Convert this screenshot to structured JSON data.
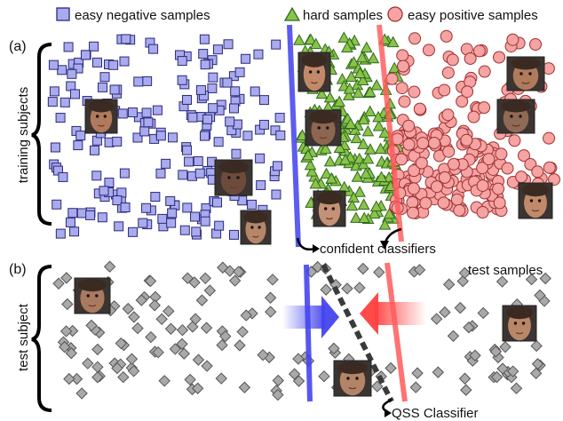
{
  "legend": {
    "easy_negative": "easy negative samples",
    "hard": "hard samples",
    "easy_positive": "easy positive samples"
  },
  "panel_a": {
    "tag": "(a)",
    "side_label": "training subjects"
  },
  "panel_b": {
    "tag": "(b)",
    "side_label": "test subject"
  },
  "annotations": {
    "confident": "confident classifiers",
    "test_samples": "test samples",
    "qss": "QSS Classifier"
  },
  "colors": {
    "negative_fill": "#aaaaee",
    "negative_stroke": "#2a2a7a",
    "hard_fill": "#8bc34a",
    "hard_stroke": "#2e6b1d",
    "positive_fill": "#f5a3a3",
    "positive_stroke": "#a03030",
    "test_fill": "#a9a9a9",
    "test_stroke": "#555555",
    "blue_line": "#4545ee",
    "red_line": "#ff5a5a",
    "qss_line": "#3a3a3a"
  },
  "icons": {
    "negative_marker": "square-icon",
    "hard_marker": "triangle-icon",
    "positive_marker": "circle-icon",
    "test_marker": "diamond-icon",
    "face": "face-photo-icon",
    "brace": "curly-brace-icon",
    "arrow": "curved-arrow-icon"
  }
}
